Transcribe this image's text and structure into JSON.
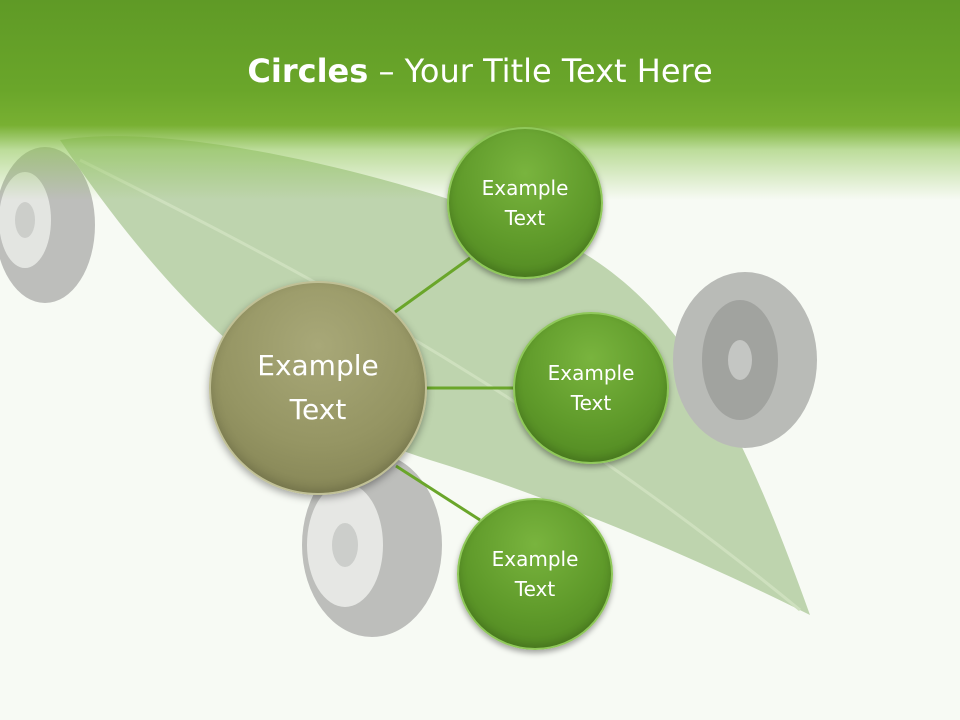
{
  "title": {
    "bold": "Circles",
    "rest": " – Your Title Text Here"
  },
  "center_node": {
    "label": "Example\nText"
  },
  "nodes": [
    {
      "label": "Example\nText"
    },
    {
      "label": "Example\nText"
    },
    {
      "label": "Example\nText"
    }
  ],
  "colors": {
    "header_green": "#6aa62a",
    "node_green": "#5f9a2a",
    "center_olive": "#959563",
    "connector": "#6aa62a"
  }
}
